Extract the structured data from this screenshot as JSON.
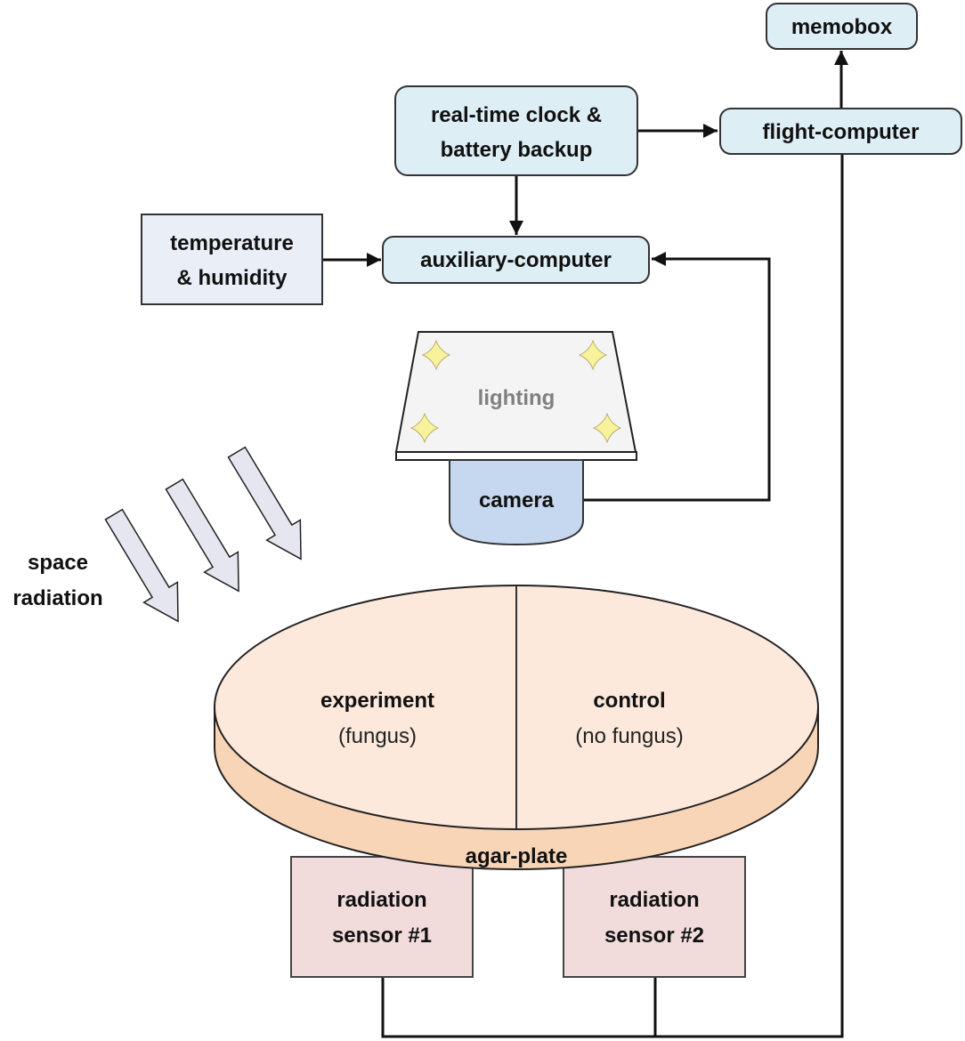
{
  "diagram": {
    "nodes": {
      "memobox": {
        "label": "memobox"
      },
      "flight_computer": {
        "label": "flight-computer"
      },
      "rtc": {
        "line1": "real-time clock &",
        "line2": "battery backup"
      },
      "aux_computer": {
        "label": "auxiliary-computer"
      },
      "temp_humidity": {
        "line1": "temperature",
        "line2": "& humidity"
      },
      "lighting": {
        "label": "lighting"
      },
      "camera": {
        "label": "camera"
      },
      "space_radiation": {
        "line1": "space",
        "line2": "radiation"
      },
      "experiment": {
        "title": "experiment",
        "subtitle": "(fungus)"
      },
      "control": {
        "title": "control",
        "subtitle": "(no fungus)"
      },
      "agar_plate": {
        "label": "agar-plate"
      },
      "sensor1": {
        "line1": "radiation",
        "line2": "sensor #1"
      },
      "sensor2": {
        "line1": "radiation",
        "line2": "sensor #2"
      }
    },
    "edges": [
      {
        "from": "rtc",
        "to": "flight_computer"
      },
      {
        "from": "rtc",
        "to": "aux_computer"
      },
      {
        "from": "temp_humidity",
        "to": "aux_computer"
      },
      {
        "from": "camera",
        "to": "aux_computer"
      },
      {
        "from": "flight_computer",
        "to": "memobox"
      },
      {
        "from": "sensor1",
        "to": "flight_computer"
      },
      {
        "from": "sensor2",
        "to": "flight_computer"
      }
    ],
    "colors": {
      "computer_fill": "#ddeef5",
      "sensor_box_fill": "#e9eef7",
      "lighting_fill": "#f4f4f4",
      "star_fill": "#f8f29c",
      "camera_fill": "#c5d8ef",
      "plate_top": "#fce9dc",
      "plate_side": "#f9d5b8",
      "radiation_sensor_fill": "#f1dcdb",
      "radiation_arrow_fill": "#e6e6f0",
      "lighting_text": "#808080"
    }
  }
}
